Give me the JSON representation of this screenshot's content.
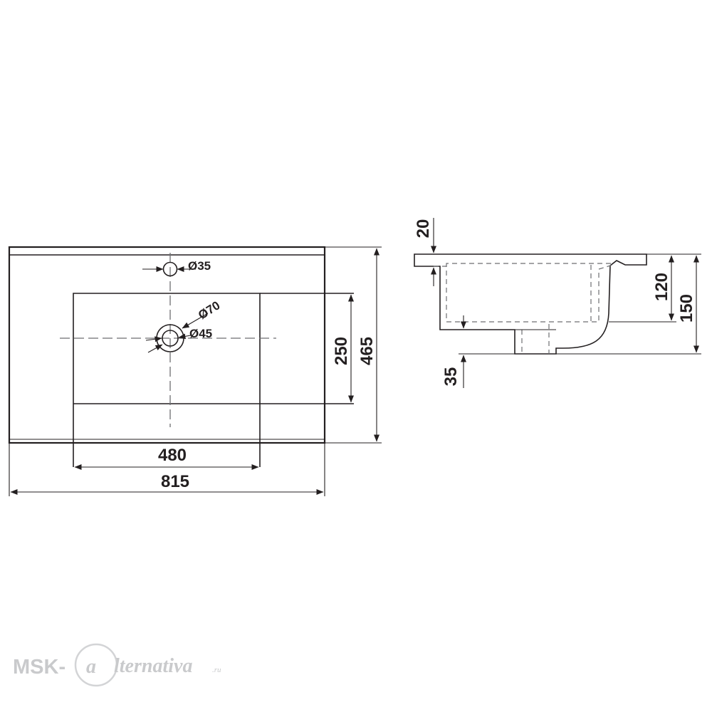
{
  "plan_view": {
    "width_overall": "815",
    "width_bowl": "480",
    "depth_overall": "465",
    "depth_bowl": "250",
    "tap_hole": "Ø35",
    "drain_outer": "Ø70",
    "drain_inner": "Ø45"
  },
  "section_view": {
    "rim_thickness": "20",
    "bowl_depth": "120",
    "total_height": "150",
    "outlet_length": "35"
  },
  "watermark": {
    "prefix": "MSK-",
    "letter": "a",
    "name": "lternativa",
    "suffix": ".ru"
  },
  "colors": {
    "line": "#231f20",
    "hidden_line": "#6d6e71",
    "watermark": "#c9cacc"
  }
}
